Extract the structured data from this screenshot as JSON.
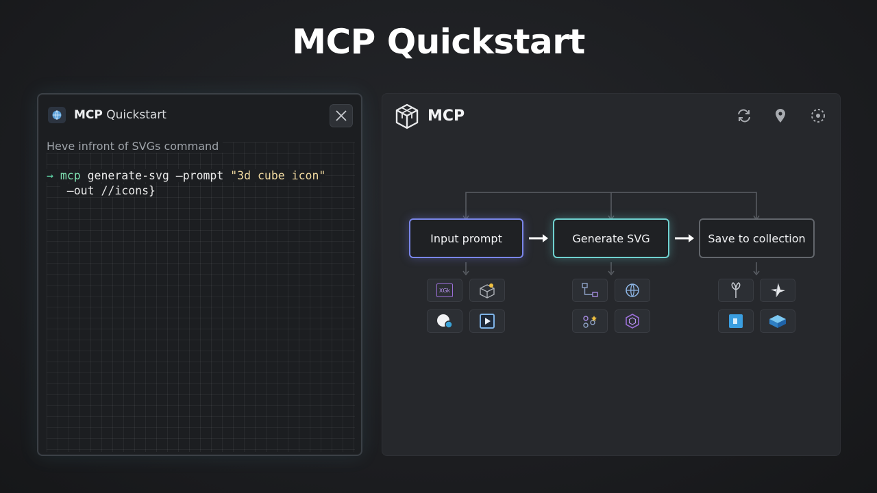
{
  "page": {
    "title": "MCP Quickstart"
  },
  "left_panel": {
    "title_bold": "MCP",
    "title_rest": " Quickstart",
    "hint": "Heve infront of SVGs command",
    "command": {
      "arrow": "→",
      "program": "mcp",
      "line1_rest": " generate-svg —prompt ",
      "prompt_value": "\"3d cube icon\"",
      "line2": " —out //icons}"
    }
  },
  "right_panel": {
    "title": "MCP",
    "toolbar": {
      "icons": [
        "refresh-icon",
        "location-pin-icon",
        "settings-icon"
      ]
    },
    "flow": {
      "nodes": [
        {
          "label": "Input prompt",
          "color": "#7a86ea"
        },
        {
          "label": "Generate SVG",
          "color": "#6fd2d0"
        },
        {
          "label": "Save to collection",
          "color": "#62666c"
        }
      ]
    },
    "icon_groups": [
      {
        "tiles": [
          "text-glyph-icon",
          "cube-wireframe-icon",
          "circle-badge-icon",
          "play-frame-icon"
        ],
        "tile_text": "XGk"
      },
      {
        "tiles": [
          "nodes-diagram-icon",
          "globe-icon",
          "molecule-icon",
          "hexagon-icon"
        ]
      },
      {
        "tiles": [
          "leaf-icon",
          "star-shape-icon",
          "blue-square-icon",
          "blue-cube-icon"
        ]
      }
    ]
  }
}
